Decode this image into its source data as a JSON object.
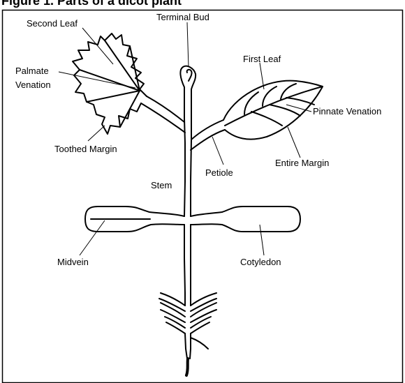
{
  "heading_fragment": "Figure 1. Parts of a dicot plant",
  "labels": {
    "second_leaf": "Second Leaf",
    "terminal_bud": "Terminal Bud",
    "palmate_venation_1": "Palmate",
    "palmate_venation_2": "Venation",
    "first_leaf": "First Leaf",
    "pinnate_venation": "Pinnate Venation",
    "toothed_margin": "Toothed Margin",
    "entire_margin": "Entire Margin",
    "petiole": "Petiole",
    "stem": "Stem",
    "midvein": "Midvein",
    "cotyledon": "Cotyledon"
  },
  "colors": {
    "line": "#000000",
    "fill": "#ffffff",
    "border": "#000000"
  }
}
